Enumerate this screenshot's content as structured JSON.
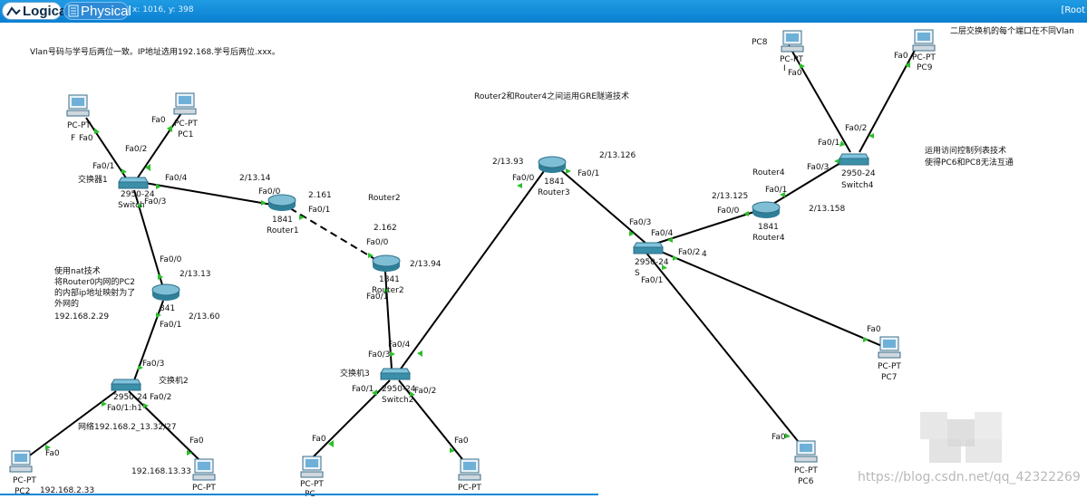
{
  "tabs": {
    "logical": "Logical",
    "physical": "Physical"
  },
  "cursor_coords": "x: 1016, y: 398",
  "root_label": "[Root",
  "notes": {
    "vlan": "Vlan号码与学号后两位一致。IP地址选用192.168.学号后两位.xxx。",
    "gre": "Router2和Router4之间运用GRE隧道技术",
    "l3switch": "二层交换机的每个端口在不同Vlan",
    "acl_1": "运用访问控制列表技术",
    "acl_2": "使得PC6和PC8无法互通",
    "nat_1": "使用nat技术",
    "nat_2": "将Router0内网的PC2",
    "nat_3": "的内部ip地址映射为了",
    "nat_4": "外网的",
    "nat_5": "192.168.2.29",
    "network": "网络192.168.2_13.32/27",
    "ip_pc2": "192.168.2.33",
    "ip_pc_right": "192.168.13.33"
  },
  "devices": {
    "pc0_type": "PC-PT",
    "pc0_port": "Fa0",
    "pc1_type": "PC-PT",
    "pc1_name": "PC1",
    "sw1_model": "2950-24",
    "sw1_name": "Switch",
    "sw1_cn": "交换器1",
    "router0_model": "841",
    "router1_model": "1841",
    "router1_name": "Router1",
    "router2_model": "1841",
    "router2_name": "Router2",
    "router2_top": "Router2",
    "router3_model": "1841",
    "router3_name": "Router3",
    "router4_model": "1841",
    "router4_name": "Router4",
    "router4_top": "Router4",
    "sw2_model": "2950-24",
    "sw2_cn": "交换机2",
    "sw3_model": "2950-24",
    "sw3_name": "Switch2",
    "sw3_cn": "交换机3",
    "sw_mid_model": "2950-24",
    "sw_mid_name": "S",
    "sw4_model": "2950-24",
    "sw4_name": "Switch4",
    "pc2_type": "PC-PT",
    "pc2_name": "PC2",
    "pc_bl2_type": "PC-PT",
    "pc_sw3a_type": "PC-PT",
    "pc_sw3a_name": "PC",
    "pc_sw3b_type": "PC-PT",
    "pc6_type": "PC-PT",
    "pc6_name": "PC6",
    "pc7_type": "PC-PT",
    "pc7_name": "PC7",
    "pc8_type": "PC-PT",
    "pc8_name": "PC8",
    "pc9_type": "PC-PT",
    "pc9_name": "PC9"
  },
  "ports": {
    "p_pc0_f": "F",
    "p_pc0_fa0": "Fa0",
    "p_pc1_fa0": "Fa0",
    "p_sw1_fa02": "Fa0/2",
    "p_sw1_fa01": "Fa0/1",
    "p_sw1_fa04": "Fa0/4",
    "p_sw1_fa03": "Fa0/3",
    "p_r1_fa00": "Fa0/0",
    "p_r1_fa01": "Fa0/1",
    "ip_r1_a": "2/13.14",
    "ip_r1_b": "2.161",
    "p_r2_fa00": "Fa0/0",
    "p_r2_fa01": "Fa0/1",
    "ip_r2_a": "2.162",
    "ip_r2_b": "2/13.94",
    "p_r0_fa00": "Fa0/0",
    "p_r0_fa01": "Fa0/1",
    "ip_r0_a": "2/13.13",
    "ip_r0_b": "2/13.60",
    "p_sw2_fa03": "Fa0/3",
    "p_sw2_fa02": "Fa0/2",
    "p_sw2_fa01": "Fa0/1:h1",
    "p_pc2_fa0": "Fa0",
    "p_pcr_fa0": "Fa0",
    "p_sw3_fa04": "Fa0/4",
    "p_sw3_fa03": "Fa0/3",
    "p_sw3_fa01": "Fa0/1",
    "p_sw3_fa02": "Fa0/2",
    "p_pcs3a_fa0": "Fa0",
    "p_pcs3b_fa0": "Fa0",
    "p_r3_fa00": "Fa0/0",
    "p_r3_fa01": "Fa0/1",
    "ip_r3_a": "2/13.93",
    "ip_r3_b": "2/13.126",
    "p_swm_fa03": "Fa0/3",
    "p_swm_fa04": "Fa0/4",
    "p_swm_fa02": "Fa0/2",
    "p_swm_fa01": "Fa0/1",
    "p_swm_4": "4",
    "p_r4_fa00": "Fa0/0",
    "p_r4_fa01": "Fa0/1",
    "ip_r4_a": "2/13.125",
    "ip_r4_b": "2/13.158",
    "p_sw4_fa01": "Fa0/1",
    "p_sw4_fa03": "Fa0/3",
    "p_sw4_fa02": "Fa0/2",
    "p_pc8_fa0": "Fa0",
    "p_pc8_i": "I",
    "p_pc9_fa0": "Fa0",
    "p_pc7_fa0": "Fa0",
    "p_pc6_fa0": "Fa0"
  },
  "watermark": "https://blog.csdn.net/qq_42322269",
  "colors": {
    "link": "#000000",
    "port_dot": "#2bbf2b",
    "tab_bar": "#1590dc",
    "router": "#2f7f99",
    "switch": "#3b8fa8"
  }
}
